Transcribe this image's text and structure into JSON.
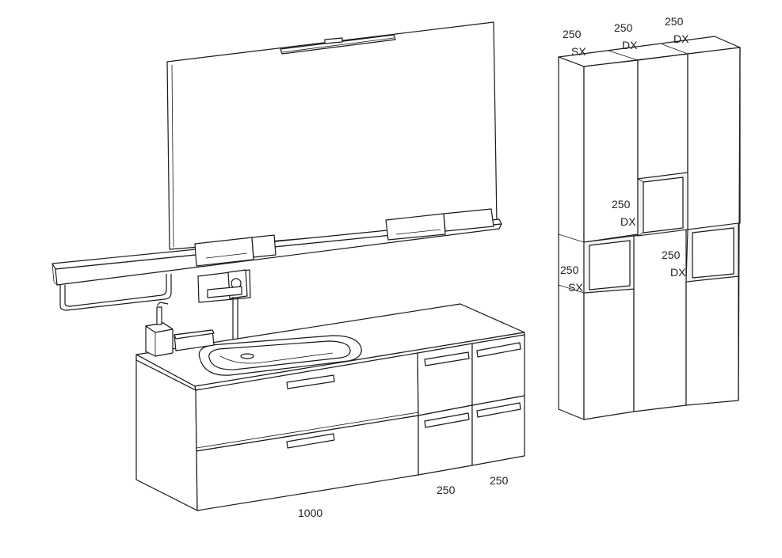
{
  "labels": {
    "vanity_width": "1000",
    "drawer_unit_1": "250",
    "drawer_unit_2": "250",
    "tall_left_width": "250",
    "tall_left_side": "SX",
    "tall_center_width": "250",
    "tall_center_side": "DX",
    "tall_right_width": "250",
    "tall_right_side": "DX",
    "open_top_width": "250",
    "open_top_side": "DX",
    "open_left_width": "250",
    "open_left_side": "SX",
    "open_right_width": "250",
    "open_right_side": "DX"
  },
  "colors": {
    "line": "#1a1a1a",
    "paper": "#ffffff"
  }
}
